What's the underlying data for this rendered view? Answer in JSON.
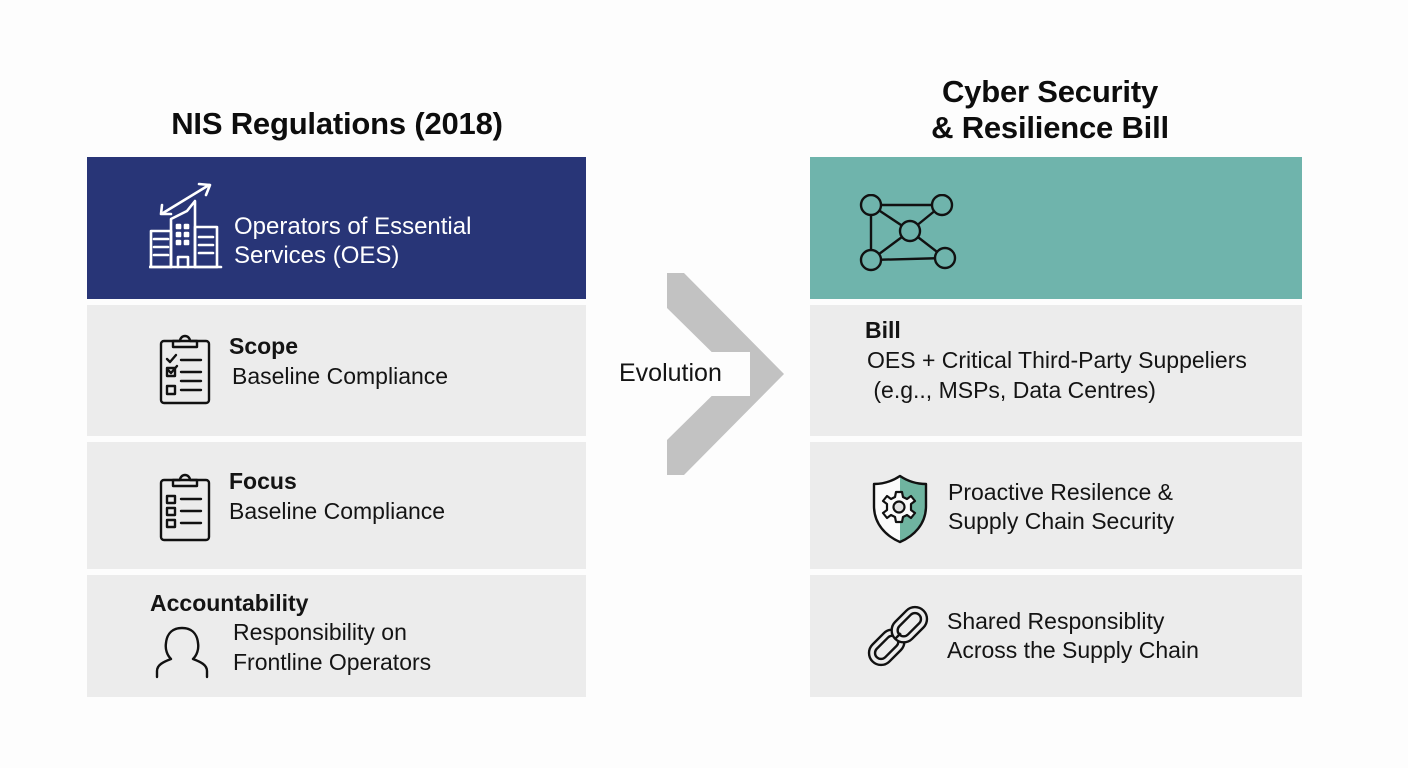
{
  "left": {
    "title": "NIS Regulations (2018)",
    "header": {
      "icon": "building-growth-icon",
      "line1": "Operators of Essential",
      "line2": "Services (OES)",
      "color": "#283577"
    },
    "rows": [
      {
        "icon": "clipboard-checklist-icon",
        "heading": "Scope",
        "text": "Baseline Compliance"
      },
      {
        "icon": "clipboard-list-icon",
        "heading": "Focus",
        "text": "Baseline Compliance"
      },
      {
        "icon": "person-icon",
        "heading": "Accountability",
        "line1": "Responsibility on",
        "line2": "Frontline Operators"
      }
    ]
  },
  "arrow": {
    "label": "Evolution",
    "icon": "chevron-right-icon",
    "color": "#c2c2c2"
  },
  "right": {
    "title_line1": "Cyber Security",
    "title_line2": "& Resilience Bill",
    "header": {
      "icon": "network-nodes-icon",
      "color": "#6fb4ac"
    },
    "rows": [
      {
        "heading": "Bill",
        "line1": "OES + Critical Third-Party Suppeliers",
        "line2": " (e.g.., MSPs, Data Centres)"
      },
      {
        "icon": "shield-gear-icon",
        "line1": "Proactive Resilence &",
        "line2": "Supply Chain Security"
      },
      {
        "icon": "chain-link-icon",
        "line1": "Shared Responsiblity",
        "line2": "Across the Supply Chain"
      }
    ]
  }
}
